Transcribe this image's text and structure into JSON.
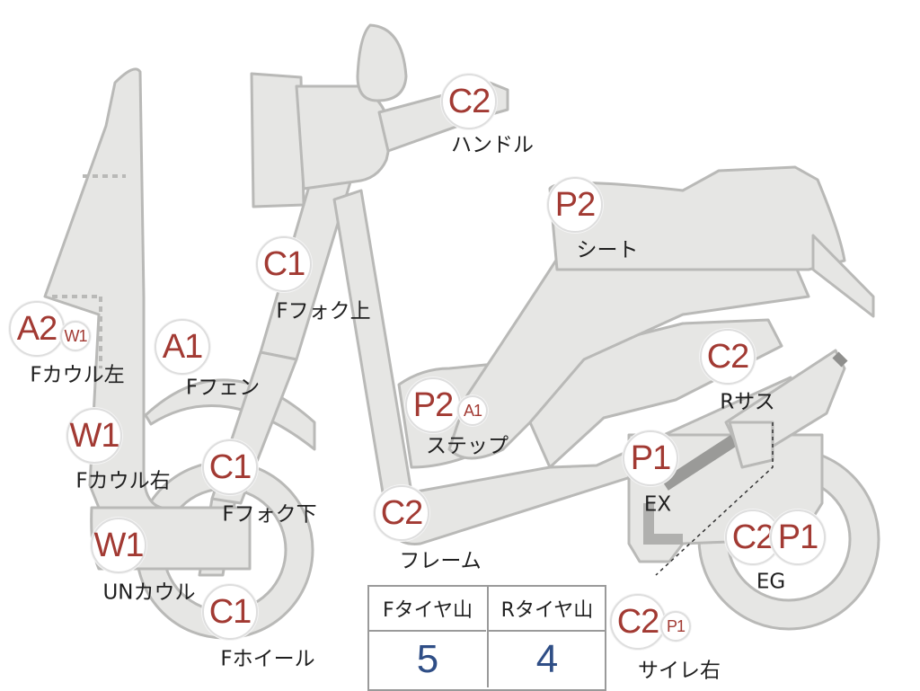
{
  "diagram": {
    "parts": [
      {
        "id": "handle",
        "label": "ハンドル",
        "grades": [
          "C2"
        ]
      },
      {
        "id": "seat",
        "label": "シート",
        "grades": [
          "P2"
        ]
      },
      {
        "id": "f-fork-upper",
        "label": "Fフォク上",
        "grades": [
          "C1"
        ]
      },
      {
        "id": "f-cowl-left",
        "label": "Fカウル左",
        "grades": [
          "A2",
          "W1"
        ]
      },
      {
        "id": "f-fender",
        "label": "Fフェン",
        "grades": [
          "A1"
        ]
      },
      {
        "id": "r-sus",
        "label": "Rサス",
        "grades": [
          "C2"
        ]
      },
      {
        "id": "step",
        "label": "ステップ",
        "grades": [
          "P2",
          "A1"
        ]
      },
      {
        "id": "f-cowl-right",
        "label": "Fカウル右",
        "grades": [
          "W1"
        ]
      },
      {
        "id": "f-fork-lower",
        "label": "Fフォク下",
        "grades": [
          "C1"
        ]
      },
      {
        "id": "ex",
        "label": "EX",
        "grades": [
          "P1"
        ]
      },
      {
        "id": "frame",
        "label": "フレーム",
        "grades": [
          "C2"
        ]
      },
      {
        "id": "eg",
        "label": "EG",
        "grades": [
          "C2",
          "P1"
        ]
      },
      {
        "id": "un-cowl",
        "label": "UNカウル",
        "grades": [
          "W1"
        ]
      },
      {
        "id": "f-wheel",
        "label": "Fホイール",
        "grades": [
          "C1"
        ]
      },
      {
        "id": "side-cover-right",
        "label": "サイレ右",
        "grades": [
          "C2",
          "P1"
        ]
      }
    ]
  },
  "tire_table": {
    "headers": [
      "Fタイヤ山",
      "Rタイヤ山"
    ],
    "values": [
      "5",
      "4"
    ]
  },
  "colors": {
    "grade_text": "#a23a33",
    "tire_value": "#2f4e86",
    "part_fill": "#e6e6e4",
    "part_stroke": "#b9b9b7"
  }
}
